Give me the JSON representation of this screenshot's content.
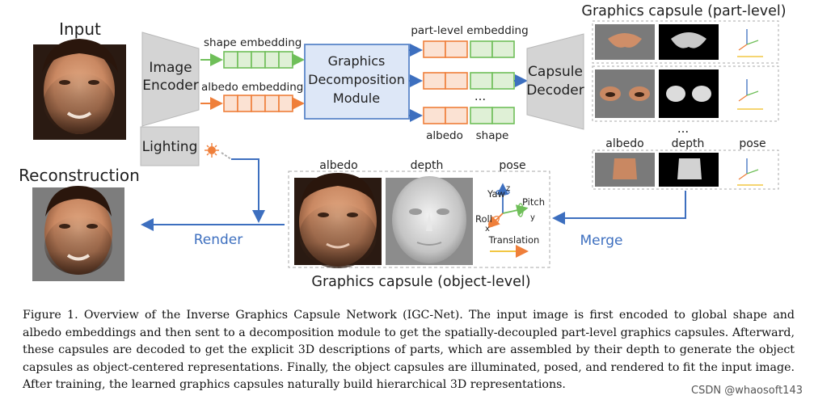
{
  "labels": {
    "input": "Input",
    "image_encoder_l1": "Image",
    "image_encoder_l2": "Encoder",
    "shape_embedding": "shape embedding",
    "albedo_embedding": "albedo embedding",
    "gdm_l1": "Graphics",
    "gdm_l2": "Decomposition",
    "gdm_l3": "Module",
    "part_level_embedding": "part-level embedding",
    "ellipsis": "...",
    "albedo": "albedo",
    "shape": "shape",
    "capsule_decoder_l1": "Capsule",
    "capsule_decoder_l2": "Decoder",
    "graphics_capsule_part": "Graphics capsule (part-level)",
    "depth": "depth",
    "pose": "pose",
    "lighting": "Lighting",
    "reconstruction": "Reconstruction",
    "render": "Render",
    "merge": "Merge",
    "graphics_capsule_object": "Graphics capsule (object-level)",
    "yaw": "Yaw",
    "pitch": "Pitch",
    "roll": "Roll",
    "axis_x": "x",
    "axis_y": "y",
    "axis_z": "z",
    "translation": "Translation"
  },
  "colors": {
    "shape_green": "#6fbf59",
    "albedo_orange": "#ef7f3a",
    "flow_blue": "#3d6fbf",
    "module_fill": "#dde7f7",
    "block_gray": "#d4d4d4"
  },
  "caption": "Figure 1. Overview of the Inverse Graphics Capsule Network (IGC-Net). The input image is first encoded to global shape and albedo embeddings and then sent to a decomposition module to get the spatially-decoupled part-level graphics capsules. Afterward, these capsules are decoded to get the explicit 3D descriptions of parts, which are assembled by their depth to generate the object capsules as object-centered representations. Finally, the object capsules are illuminated, posed, and rendered to fit the input image. After training, the learned graphics capsules naturally build hierarchical 3D representations.",
  "watermark": "CSDN @whaosoft143"
}
